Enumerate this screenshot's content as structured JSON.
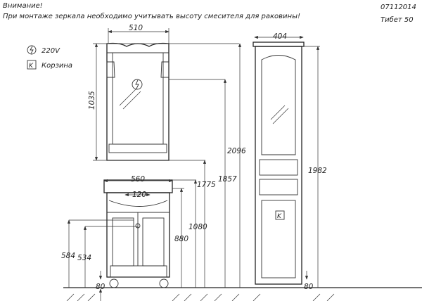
{
  "notes": {
    "warning_title": "Внимание!",
    "warning_text": "При монтаже зеркала необходимо учитывать высоту смесителя для раковины!",
    "code": "07112014",
    "model": "Тибет  50"
  },
  "legend": [
    {
      "icon": "socket-icon",
      "symbol": "ϟ",
      "label": "220V"
    },
    {
      "icon": "basket-icon",
      "symbol": "K",
      "label": "Корзина"
    }
  ],
  "dimensions": {
    "mirror_width": "510",
    "mirror_height": "1035",
    "total_height": "2096",
    "socket_height": "1857",
    "mirror_bottom": "1775",
    "cabinet_top": "1080",
    "sink_height": "880",
    "cabinet_width": "560",
    "tap_spacing": "120",
    "pipe_high": "584",
    "pipe_low": "534",
    "leg_height": "80",
    "column_width": "404",
    "column_height": "1982",
    "column_leg": "80"
  }
}
